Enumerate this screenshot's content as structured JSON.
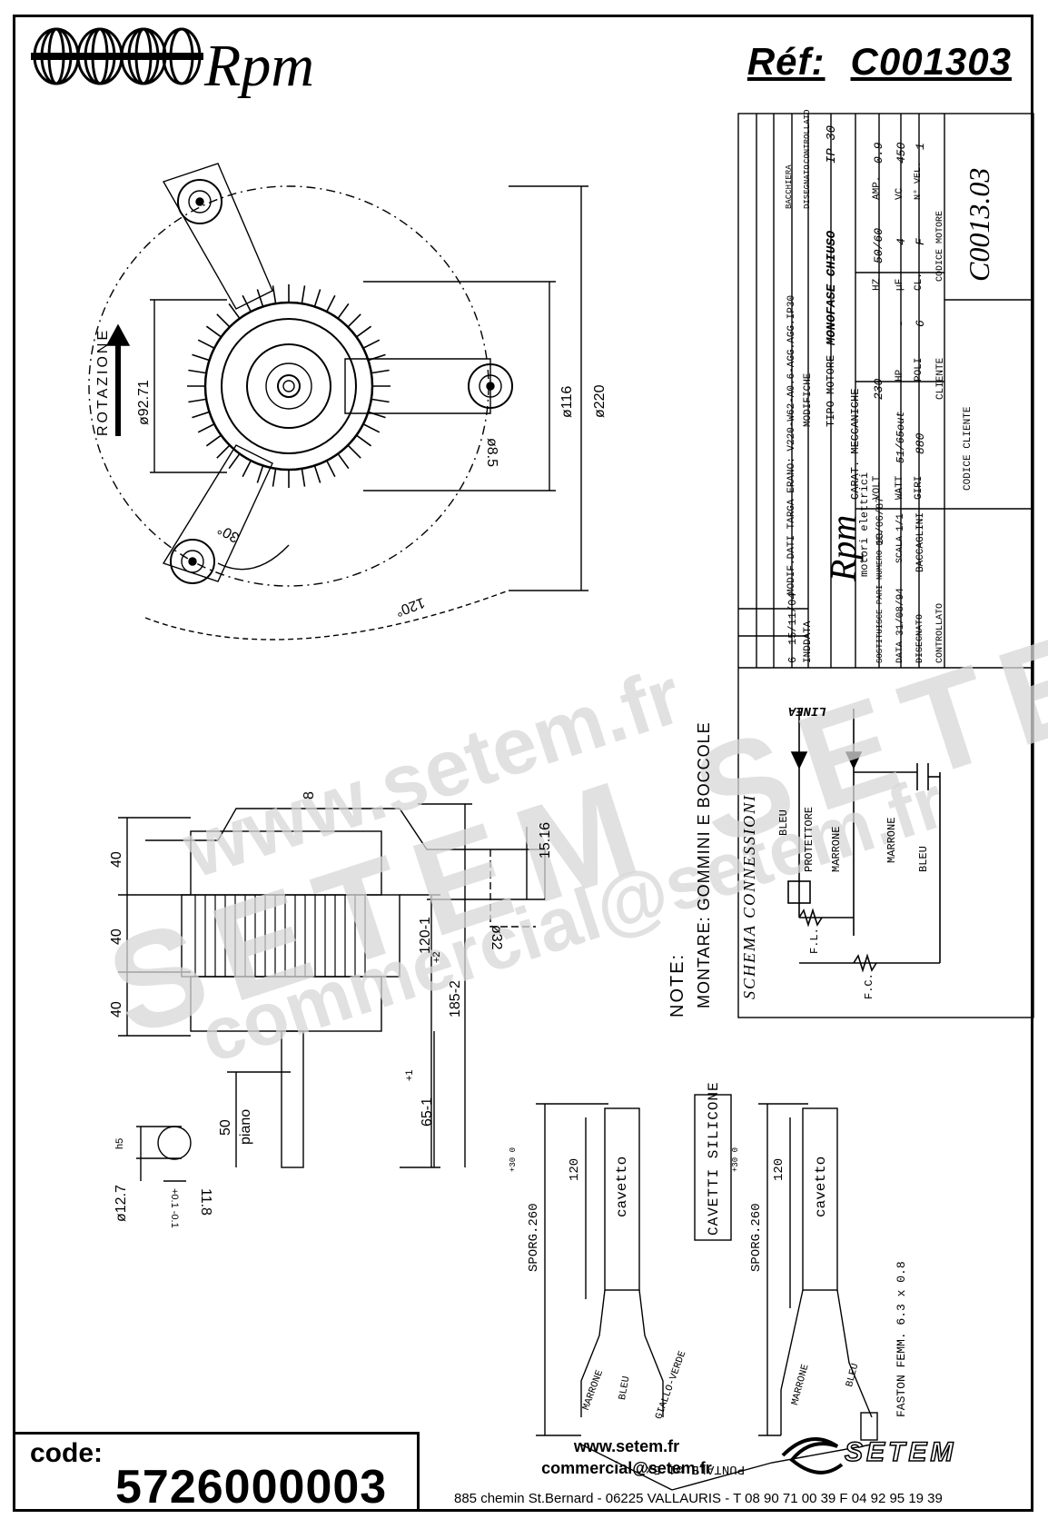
{
  "header": {
    "brand": "Rpm",
    "ref_label": "Réf:",
    "ref_value": "C001303"
  },
  "watermark": {
    "line1": "www.setem.fr",
    "line2": "SETEM SETEM",
    "line3": "commercial@setem.fr"
  },
  "title_block": {
    "brand": "Rpm",
    "brand_sub": "motori elettrici",
    "rev_index": "6",
    "rev_date": "15/11/04",
    "rev_text": "MODIF.DATI TARGA ERANO: V220-W62-A0.6-AGG.AGG.IP30",
    "col_ind": "IND",
    "col_data": "DATA",
    "col_modifiche": "MODIFICHE",
    "col_bacchiera": "BACCHIERA",
    "col_disegnato": "DISEGNATO",
    "col_controllato": "CONTROLLATO",
    "tipo_motore_label": "TIPO MOTORE",
    "tipo_motore_value": "MONOFASE CHIUSO",
    "ip": "IP 30",
    "carat_label": "CARAT. MECCANICHE",
    "carat_value": "-",
    "volt_label": "VOLT",
    "volt_value": "230",
    "hz_label": "HZ",
    "hz_value": "50/60",
    "amp_label": "AMP.",
    "amp_value": "0.9",
    "watt_label": "WATT",
    "watt_value": "51/65out",
    "hp_label": "HP",
    "hp_value": "-",
    "uf_label": "µF",
    "uf_value": "4",
    "vc_label": "VC",
    "vc_value": "450",
    "giri_label": "GIRI",
    "giri_value": "880",
    "poli_label": "POLI",
    "poli_value": "6",
    "cl_label": "CL.",
    "cl_value": "F",
    "nvel_label": "N° VEL.",
    "nvel_value": "1",
    "sostituisce": "SOSTITUISCE PARI NUMERO DEL",
    "sost_date": "10/06/87",
    "cliente_label": "CLIENTE",
    "codice_motore_label": "CODICE MOTORE",
    "codice_motore_value": "C0013.03",
    "data_label": "DATA",
    "data_value": "31/08/94",
    "scala_label": "SCALA",
    "scala_value": "1/1",
    "disegnato_label": "DISEGNATO",
    "disegnato_value": "BACCAGLINI",
    "controllato_label": "CONTROLLATO",
    "codice_cliente_label": "CODICE CLIENTE"
  },
  "schema": {
    "title": "SCHEMA CONNESSIONI",
    "linea": "LINEA",
    "bleu": "BLEU",
    "protettore": "PROTETTORE",
    "marrone": "MARRONE",
    "marrone2": "MARRONE",
    "bleu2": "BLEU",
    "fl": "F.L.",
    "fc": "F.C."
  },
  "notes": {
    "note_label": "NOTE:",
    "note_text": "MONTARE: GOMMINI E BOCCOLE"
  },
  "dimensions": {
    "rotazione": "ROTAZIONE",
    "d9271": "ø92.71",
    "d116": "ø116",
    "d220": "ø220",
    "d85": "ø8.5",
    "a30": "30°",
    "a120": "120°",
    "d8": "8",
    "d40a": "40",
    "d40b": "40",
    "d40c": "40",
    "d1516": "15.16",
    "d32": "ø32",
    "d120": "120-1",
    "d185": "185-2",
    "d185tol": "+2",
    "d65": "65-1",
    "d65tol": "+1",
    "d50": "50",
    "piano": "piano",
    "d127": "ø12.7",
    "h5": "h5",
    "d118": "11.8",
    "d118tol": "+0.1 -0.1"
  },
  "cables": {
    "cavetti": "CAVETTI SILICONE",
    "sporg1": "SPORG.260",
    "sporg1tol": "+30 0",
    "c120a": "120",
    "cavetto1": "cavetto",
    "marrone1": "MARRONE",
    "bleu1": "BLEU",
    "giallo": "GIALLO-VERDE",
    "sporg2": "SPORG.260",
    "sporg2tol": "+30 0",
    "c120b": "120",
    "cavetto2": "cavetto",
    "marrone2": "MARRONE",
    "bleu2": "BLEU",
    "faston": "FASTON FEMM. 6.3 x 0.8",
    "puntale": "PUNTALE ø1.5x7"
  },
  "footer": {
    "code_label": "code:",
    "code_value": "5726000003",
    "website": "www.setem.fr",
    "email": "commercial@setem.fr",
    "address": "885 chemin St.Bernard  -  06225 VALLAURIS  -  T 08 90 71 00 39  F 04 92 95 19 39",
    "setem": "SETEM"
  }
}
